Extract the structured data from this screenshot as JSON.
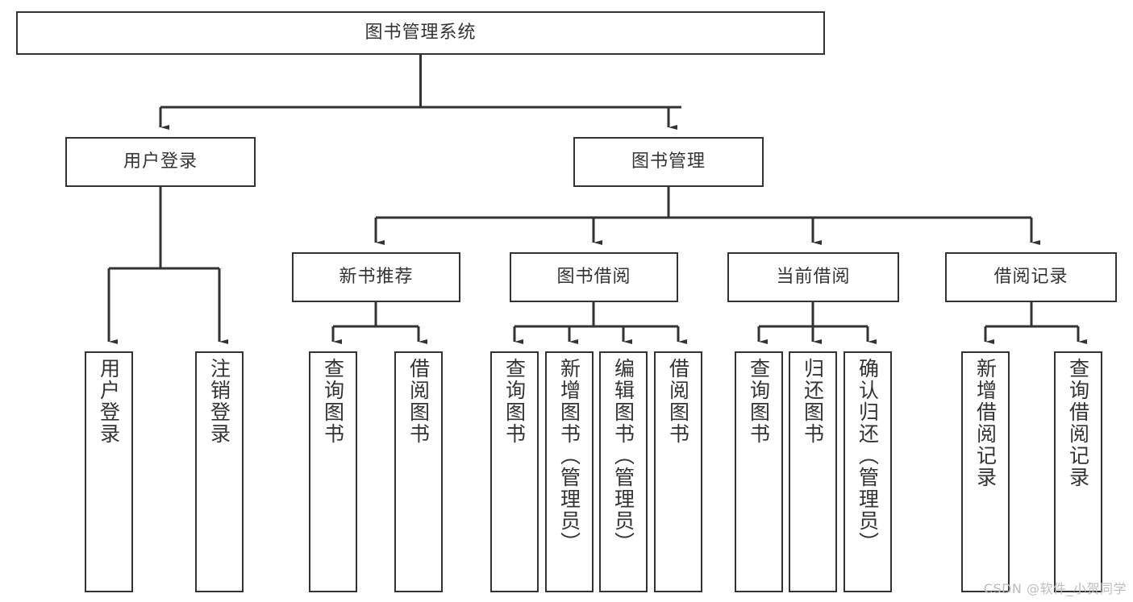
{
  "diagram": {
    "title": "图书管理系统",
    "type": "tree-hierarchy-chart",
    "watermark": "CSDN @软件_小贺同学",
    "colors": {
      "box_border": "#333333",
      "box_fill": "#ffffff",
      "connector": "#333333",
      "text": "#333333",
      "watermark": "#bdbdbd",
      "background": "#ffffff"
    },
    "root": {
      "label": "图书管理系统",
      "orientation": "horizontal"
    },
    "level2": [
      {
        "label": "用户登录",
        "orientation": "horizontal"
      },
      {
        "label": "图书管理",
        "orientation": "horizontal"
      }
    ],
    "level3": [
      {
        "label": "新书推荐",
        "orientation": "horizontal"
      },
      {
        "label": "图书借阅",
        "orientation": "horizontal"
      },
      {
        "label": "当前借阅",
        "orientation": "horizontal"
      },
      {
        "label": "借阅记录",
        "orientation": "horizontal"
      }
    ],
    "leaves": {
      "user_login": [
        {
          "label": "用户登录",
          "orientation": "vertical"
        },
        {
          "label": "注销登录",
          "orientation": "vertical"
        }
      ],
      "new_book_recommend": [
        {
          "label": "查询图书",
          "orientation": "vertical"
        },
        {
          "label": "借阅图书",
          "orientation": "vertical"
        }
      ],
      "book_borrow": [
        {
          "label": "查询图书",
          "orientation": "vertical"
        },
        {
          "label": "新增图书（管理员）",
          "orientation": "vertical"
        },
        {
          "label": "编辑图书（管理员）",
          "orientation": "vertical"
        },
        {
          "label": "借阅图书",
          "orientation": "vertical"
        }
      ],
      "current_borrow": [
        {
          "label": "查询图书",
          "orientation": "vertical"
        },
        {
          "label": "归还图书",
          "orientation": "vertical"
        },
        {
          "label": "确认归还（管理员）",
          "orientation": "vertical"
        }
      ],
      "borrow_record": [
        {
          "label": "新增借阅记录",
          "orientation": "vertical"
        },
        {
          "label": "查询借阅记录",
          "orientation": "vertical"
        }
      ]
    }
  }
}
